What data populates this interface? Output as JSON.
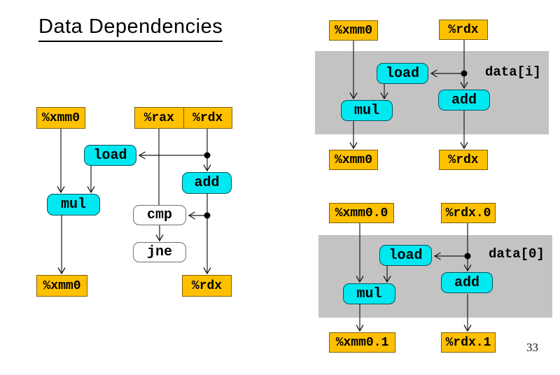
{
  "title": "Data Dependencies",
  "page_number": "33",
  "colors": {
    "register_fill": "#FFC000",
    "op_fill": "#00E8F0",
    "band_fill": "#C3C3C3",
    "control_fill": "#FFFFFF"
  },
  "left_diagram": {
    "reg_xmm0_top": "%xmm0",
    "reg_rax_top": "%rax",
    "reg_rdx_top": "%rdx",
    "op_load": "load",
    "op_mul": "mul",
    "op_add": "add",
    "op_cmp": "cmp",
    "op_jne": "jne",
    "reg_xmm0_bottom": "%xmm0",
    "reg_rdx_bottom": "%rdx"
  },
  "iteration_diagram": {
    "band_label": "data[i]",
    "reg_xmm0_top": "%xmm0",
    "reg_rdx_top": "%rdx",
    "op_load": "load",
    "op_mul": "mul",
    "op_add": "add",
    "reg_xmm0_bottom": "%xmm0",
    "reg_rdx_bottom": "%rdx"
  },
  "first_iteration_diagram": {
    "band_label": "data[0]",
    "reg_xmm0_top": "%xmm0.0",
    "reg_rdx_top": "%rdx.0",
    "op_load": "load",
    "op_mul": "mul",
    "op_add": "add",
    "reg_xmm0_bottom": "%xmm0.1",
    "reg_rdx_bottom": "%rdx.1"
  }
}
